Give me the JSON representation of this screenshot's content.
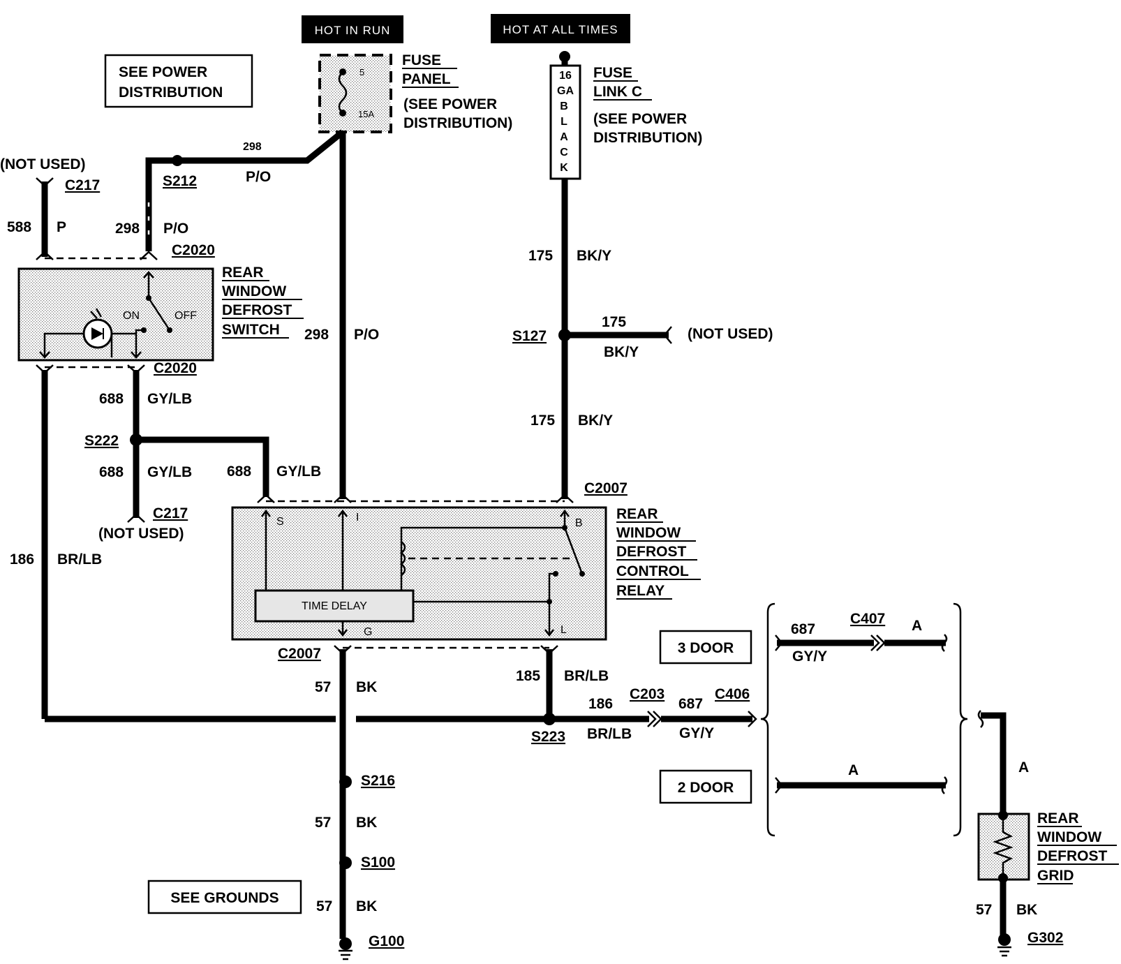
{
  "headers": {
    "hot_in_run": "HOT IN RUN",
    "hot_at_all_times": "HOT AT ALL TIMES"
  },
  "boxes": {
    "see_power_distribution": [
      "SEE POWER",
      "DISTRIBUTION"
    ],
    "see_grounds": "SEE GROUNDS",
    "three_door": "3 DOOR",
    "two_door": "2 DOOR"
  },
  "fuse_panel": {
    "title": [
      "FUSE",
      "PANEL"
    ],
    "note": [
      "(SEE POWER",
      "DISTRIBUTION)"
    ],
    "fuse_number": "5",
    "fuse_rating": "15A"
  },
  "fuse_link": {
    "title": [
      "FUSE",
      "LINK C"
    ],
    "note": [
      "(SEE POWER",
      "DISTRIBUTION)"
    ],
    "vertical_text": [
      "16",
      "GA",
      "B",
      "L",
      "A",
      "C",
      "K"
    ]
  },
  "switch": {
    "title": [
      "REAR",
      "WINDOW",
      "DEFROST",
      "SWITCH"
    ],
    "on_label": "ON",
    "off_label": "OFF"
  },
  "relay": {
    "title": [
      "REAR",
      "WINDOW",
      "DEFROST",
      "CONTROL",
      "RELAY"
    ],
    "time_delay": "TIME DELAY",
    "terminals": {
      "s": "S",
      "i": "I",
      "b": "B",
      "g": "G",
      "l": "L"
    }
  },
  "grid": {
    "title": [
      "REAR",
      "WINDOW",
      "DEFROST",
      "GRID"
    ]
  },
  "connectors": {
    "c217_top": "C217",
    "c2020_top": "C2020",
    "c2020_bottom": "C2020",
    "c217_bottom": "C217",
    "c2007_top": "C2007",
    "c2007_bottom": "C2007",
    "c203": "C203",
    "c406": "C406",
    "c407": "C407"
  },
  "splices": {
    "s212": "S212",
    "s127": "S127",
    "s222": "S222",
    "s223": "S223",
    "s216": "S216",
    "s100": "S100"
  },
  "grounds": {
    "g100": "G100",
    "g302": "G302"
  },
  "not_used": "(NOT USED)",
  "wire_labels": {
    "c588": "588",
    "p": "P",
    "c298": "298",
    "po": "P/O",
    "c175": "175",
    "bky": "BK/Y",
    "c688": "688",
    "gylb": "GY/LB",
    "c186": "186",
    "brlb": "BR/LB",
    "c57": "57",
    "bk": "BK",
    "c185": "185",
    "c687": "687",
    "gyy": "GY/Y",
    "a": "A"
  }
}
